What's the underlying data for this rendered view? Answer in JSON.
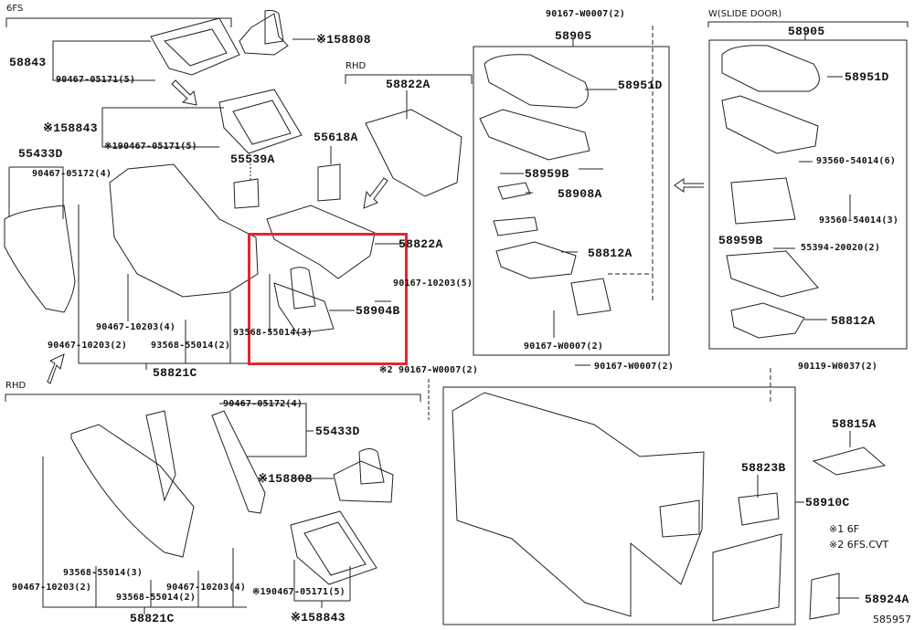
{
  "diagram": {
    "reference_number": "585957",
    "highlight_color": "#e3262f",
    "notes": [
      "※1 6F",
      "※2 6FS.CVT"
    ],
    "groups": {
      "six_fs": "6FS",
      "rhd_top": "RHD",
      "rhd_bottom": "RHD",
      "w_slide_door": "W(SLIDE DOOR)"
    },
    "labels": {
      "p58843_top": "58843",
      "p90467_05171_top": "90467-05171(5)",
      "p58808_top": "※158808",
      "p58843_mid": "※158843",
      "p90467_05171_mid": "※190467-05171(5)",
      "p55433d_top": "55433D",
      "p90467_05172_top": "90467-05172(4)",
      "p55539a": "55539A",
      "p55618a": "55618A",
      "p58822a_top": "58822A",
      "p58822a_mid": "58822A",
      "p90167_10203": "90167-10203(5)",
      "p58904b": "58904B",
      "p93568_55014_3_top": "93568-55014(3)",
      "p90467_10203_4_top": "90467-10203(4)",
      "p90467_10203_2_top": "90467-10203(2)",
      "p93568_55014_2_top": "93568-55014(2)",
      "p58821c_top": "58821C",
      "p90167_w0007_top": "90167-W0007(2)",
      "p58905_center": "58905",
      "p58951d_center": "58951D",
      "p58959b_center": "58959B",
      "p58908a": "58908A",
      "p58812a_center": "58812A",
      "p90167_w0007_center": "90167-W0007(2)",
      "p58905_right": "58905",
      "p58951d_right": "58951D",
      "p93560_54014_6": "93560-54014(6)",
      "p93560_54014_3": "93560-54014(3)",
      "p58959b_right": "58959B",
      "p55394_20020": "55394-20020(2)",
      "p58812a_right": "58812A",
      "p90167_w0007_s2": "※2 90167-W0007(2)",
      "p90167_w0007_lower": "90167-W0007(2)",
      "p90119_w0037": "90119-W0037(2)",
      "p58815a": "58815A",
      "p58823b": "58823B",
      "p58910c": "58910C",
      "p58924a": "58924A",
      "p90467_05172_bottom": "90467-05172(4)",
      "p55433d_bottom": "55433D",
      "p58808_bottom": "※158808",
      "p93568_55014_3_bottom": "93568-55014(3)",
      "p90467_10203_2_bottom": "90467-10203(2)",
      "p93568_55014_2_bottom": "93568-55014(2)",
      "p90467_10203_4_bottom": "90467-10203(4)",
      "p90467_05171_bottom": "※190467-05171(5)",
      "p58821c_bottom": "58821C",
      "p58843_bottom": "※158843"
    }
  }
}
